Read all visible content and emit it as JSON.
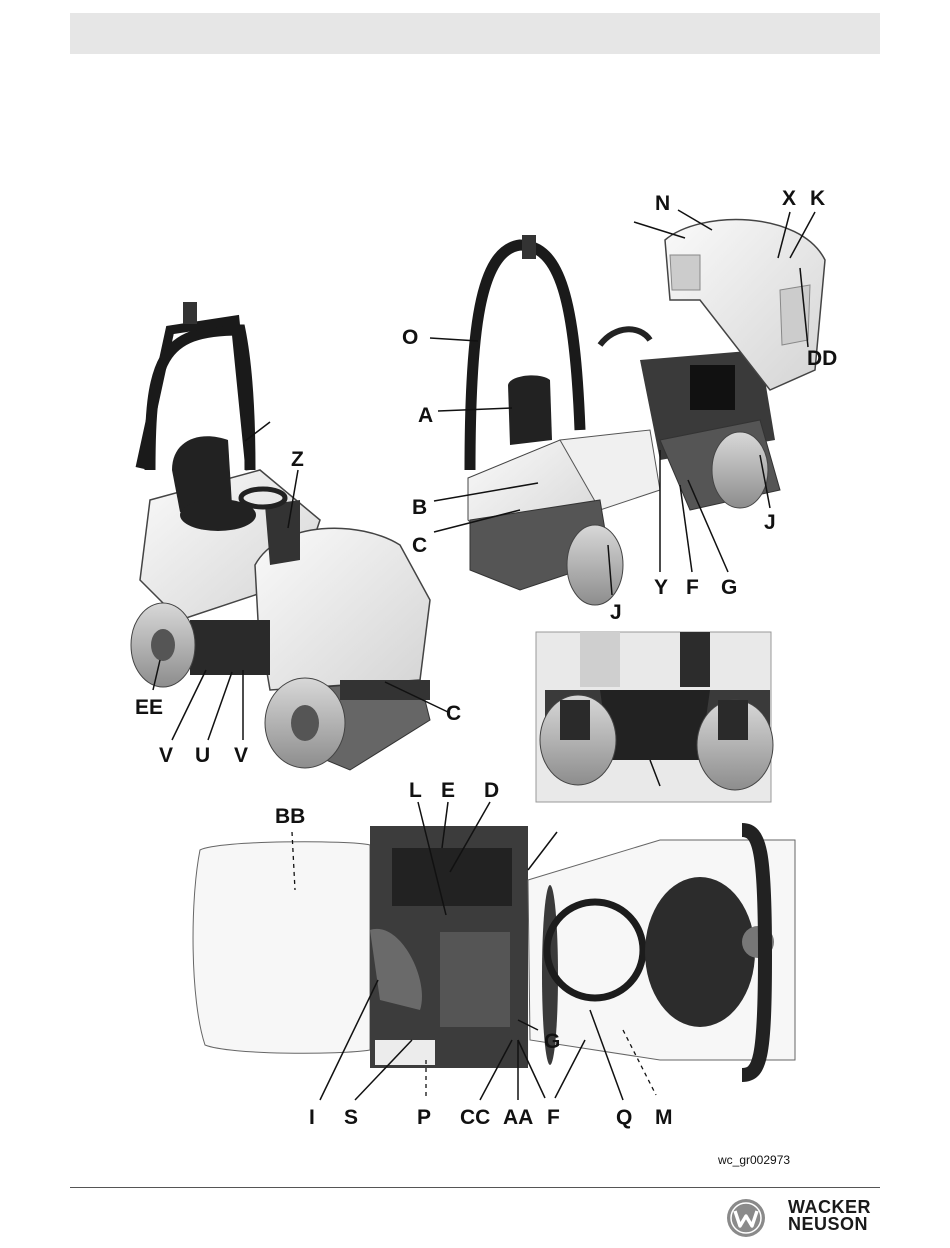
{
  "figure": {
    "id": "wc_gr002973",
    "callouts": {
      "N": "N",
      "X": "X",
      "K": "K",
      "O": "O",
      "DD": "DD",
      "A": "A",
      "Z": "Z",
      "B": "B",
      "C": "C",
      "J": "J",
      "Y": "Y",
      "F": "F",
      "G": "G",
      "EE": "EE",
      "V": "V",
      "U": "U",
      "L": "L",
      "E": "E",
      "D": "D",
      "BB": "BB",
      "I": "I",
      "S": "S",
      "P": "P",
      "CC": "CC",
      "AA": "AA",
      "Q": "Q",
      "M": "M"
    }
  },
  "brand": {
    "line1": "WACKER",
    "line2": "NEUSON",
    "logo_icon": "wacker-neuson-w-logo"
  },
  "colors": {
    "header_band": "#e6e6e6",
    "logo_fill": "#8a8a8a"
  }
}
